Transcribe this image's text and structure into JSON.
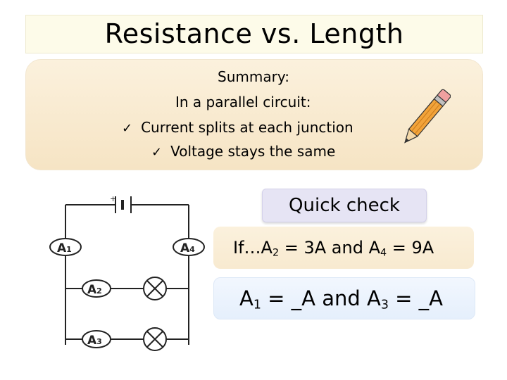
{
  "title": "Resistance vs. Length",
  "summary": {
    "heading": "Summary:",
    "subheading": "In a parallel circuit:",
    "points": [
      "Current splits at each junction",
      "Voltage stays the same"
    ],
    "check_glyph": "✓"
  },
  "quick_check": "Quick check",
  "given": {
    "prefix": "If…A",
    "a2_sub": "2",
    "a2_rest": " = 3A and A",
    "a4_sub": "4",
    "a4_rest": " = 9A"
  },
  "question": {
    "a1": "A",
    "a1_sub": "1",
    "a1_rest": " = _A and A",
    "a3_sub": "3",
    "a3_rest": " = _A"
  },
  "circuit": {
    "battery_sign": "+",
    "meters": [
      {
        "letter": "A",
        "sub": "1"
      },
      {
        "letter": "A",
        "sub": "4"
      },
      {
        "letter": "A",
        "sub": "2"
      },
      {
        "letter": "A",
        "sub": "3"
      }
    ]
  },
  "colors": {
    "title_bg": "#fdfbe9",
    "summary_bg": "#f8e9cf",
    "quick_bg": "#e6e4f4",
    "answer_bg": "#e9f1fc",
    "pencil_body": "#f2a33a"
  }
}
